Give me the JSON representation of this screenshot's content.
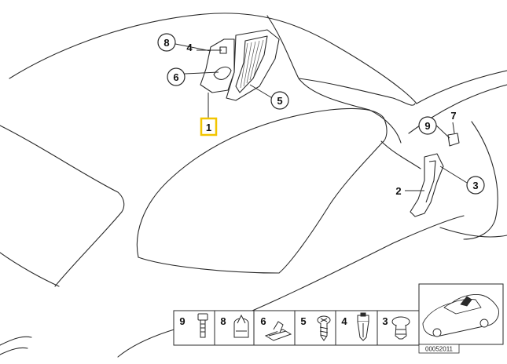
{
  "diagram": {
    "colors": {
      "line": "#2a2a2a",
      "highlight": "#f2c500",
      "background": "#ffffff"
    },
    "callouts": [
      {
        "id": "c8",
        "number": "8",
        "circled": true
      },
      {
        "id": "c4",
        "number": "4",
        "circled": false
      },
      {
        "id": "c6",
        "number": "6",
        "circled": true
      },
      {
        "id": "c5",
        "number": "5",
        "circled": true
      },
      {
        "id": "c1",
        "number": "1",
        "circled": false,
        "highlighted": true
      },
      {
        "id": "c9",
        "number": "9",
        "circled": true
      },
      {
        "id": "c7",
        "number": "7",
        "circled": false
      },
      {
        "id": "c2",
        "number": "2",
        "circled": false
      },
      {
        "id": "c3",
        "number": "3",
        "circled": true
      }
    ],
    "legend": [
      {
        "number": "9",
        "icon": "bolt-icon"
      },
      {
        "number": "8",
        "icon": "clip-nut-icon"
      },
      {
        "number": "6",
        "icon": "mounting-plate-icon"
      },
      {
        "number": "5",
        "icon": "screw-icon"
      },
      {
        "number": "4",
        "icon": "expanding-nut-icon"
      },
      {
        "number": "3",
        "icon": "push-rivet-icon"
      }
    ],
    "diagram_id": "00052011"
  }
}
